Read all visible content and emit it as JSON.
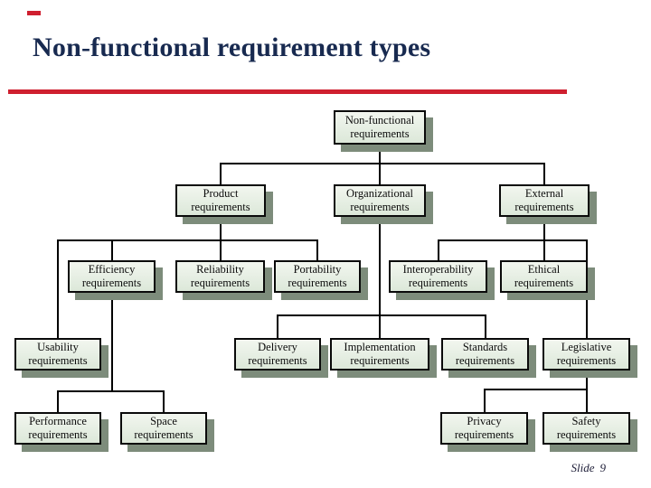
{
  "slide": {
    "title": "Non-functional requirement types",
    "footer": {
      "label": "Slide",
      "number": "9"
    }
  },
  "colors": {
    "accent-red": "#cf1f2f",
    "title-color": "#182a50",
    "box-border": "#0a0a0a",
    "box-shadow-color": "#7d8c7b",
    "box-fill-top": "#f2f6ef",
    "box-fill-bottom": "#dce8d9",
    "line-color": "#000000",
    "footer-color": "#20203a"
  },
  "diagram": {
    "type": "tree",
    "nodes": {
      "root": {
        "line1": "Non-functional",
        "line2": "requirements"
      },
      "product": {
        "line1": "Product",
        "line2": "requirements"
      },
      "organizational": {
        "line1": "Organizational",
        "line2": "requirements"
      },
      "external": {
        "line1": "External",
        "line2": "requirements"
      },
      "efficiency": {
        "line1": "Efficiency",
        "line2": "requirements"
      },
      "reliability": {
        "line1": "Reliability",
        "line2": "requirements"
      },
      "portability": {
        "line1": "Portability",
        "line2": "requirements"
      },
      "interoperability": {
        "line1": "Interoperability",
        "line2": "requirements"
      },
      "ethical": {
        "line1": "Ethical",
        "line2": "requirements"
      },
      "usability": {
        "line1": "Usability",
        "line2": "requirements"
      },
      "delivery": {
        "line1": "Delivery",
        "line2": "requirements"
      },
      "implementation": {
        "line1": "Implementation",
        "line2": "requirements"
      },
      "standards": {
        "line1": "Standards",
        "line2": "requirements"
      },
      "legislative": {
        "line1": "Legislative",
        "line2": "requirements"
      },
      "performance": {
        "line1": "Performance",
        "line2": "requirements"
      },
      "space": {
        "line1": "Space",
        "line2": "requirements"
      },
      "privacy": {
        "line1": "Privacy",
        "line2": "requirements"
      },
      "safety": {
        "line1": "Safety",
        "line2": "requirements"
      }
    },
    "edges": [
      [
        "root",
        "product"
      ],
      [
        "root",
        "organizational"
      ],
      [
        "root",
        "external"
      ],
      [
        "product",
        "usability"
      ],
      [
        "product",
        "efficiency"
      ],
      [
        "product",
        "reliability"
      ],
      [
        "product",
        "portability"
      ],
      [
        "organizational",
        "delivery"
      ],
      [
        "organizational",
        "implementation"
      ],
      [
        "organizational",
        "standards"
      ],
      [
        "external",
        "interoperability"
      ],
      [
        "external",
        "ethical"
      ],
      [
        "external",
        "legislative"
      ],
      [
        "efficiency",
        "performance"
      ],
      [
        "efficiency",
        "space"
      ],
      [
        "legislative",
        "privacy"
      ],
      [
        "legislative",
        "safety"
      ]
    ]
  }
}
